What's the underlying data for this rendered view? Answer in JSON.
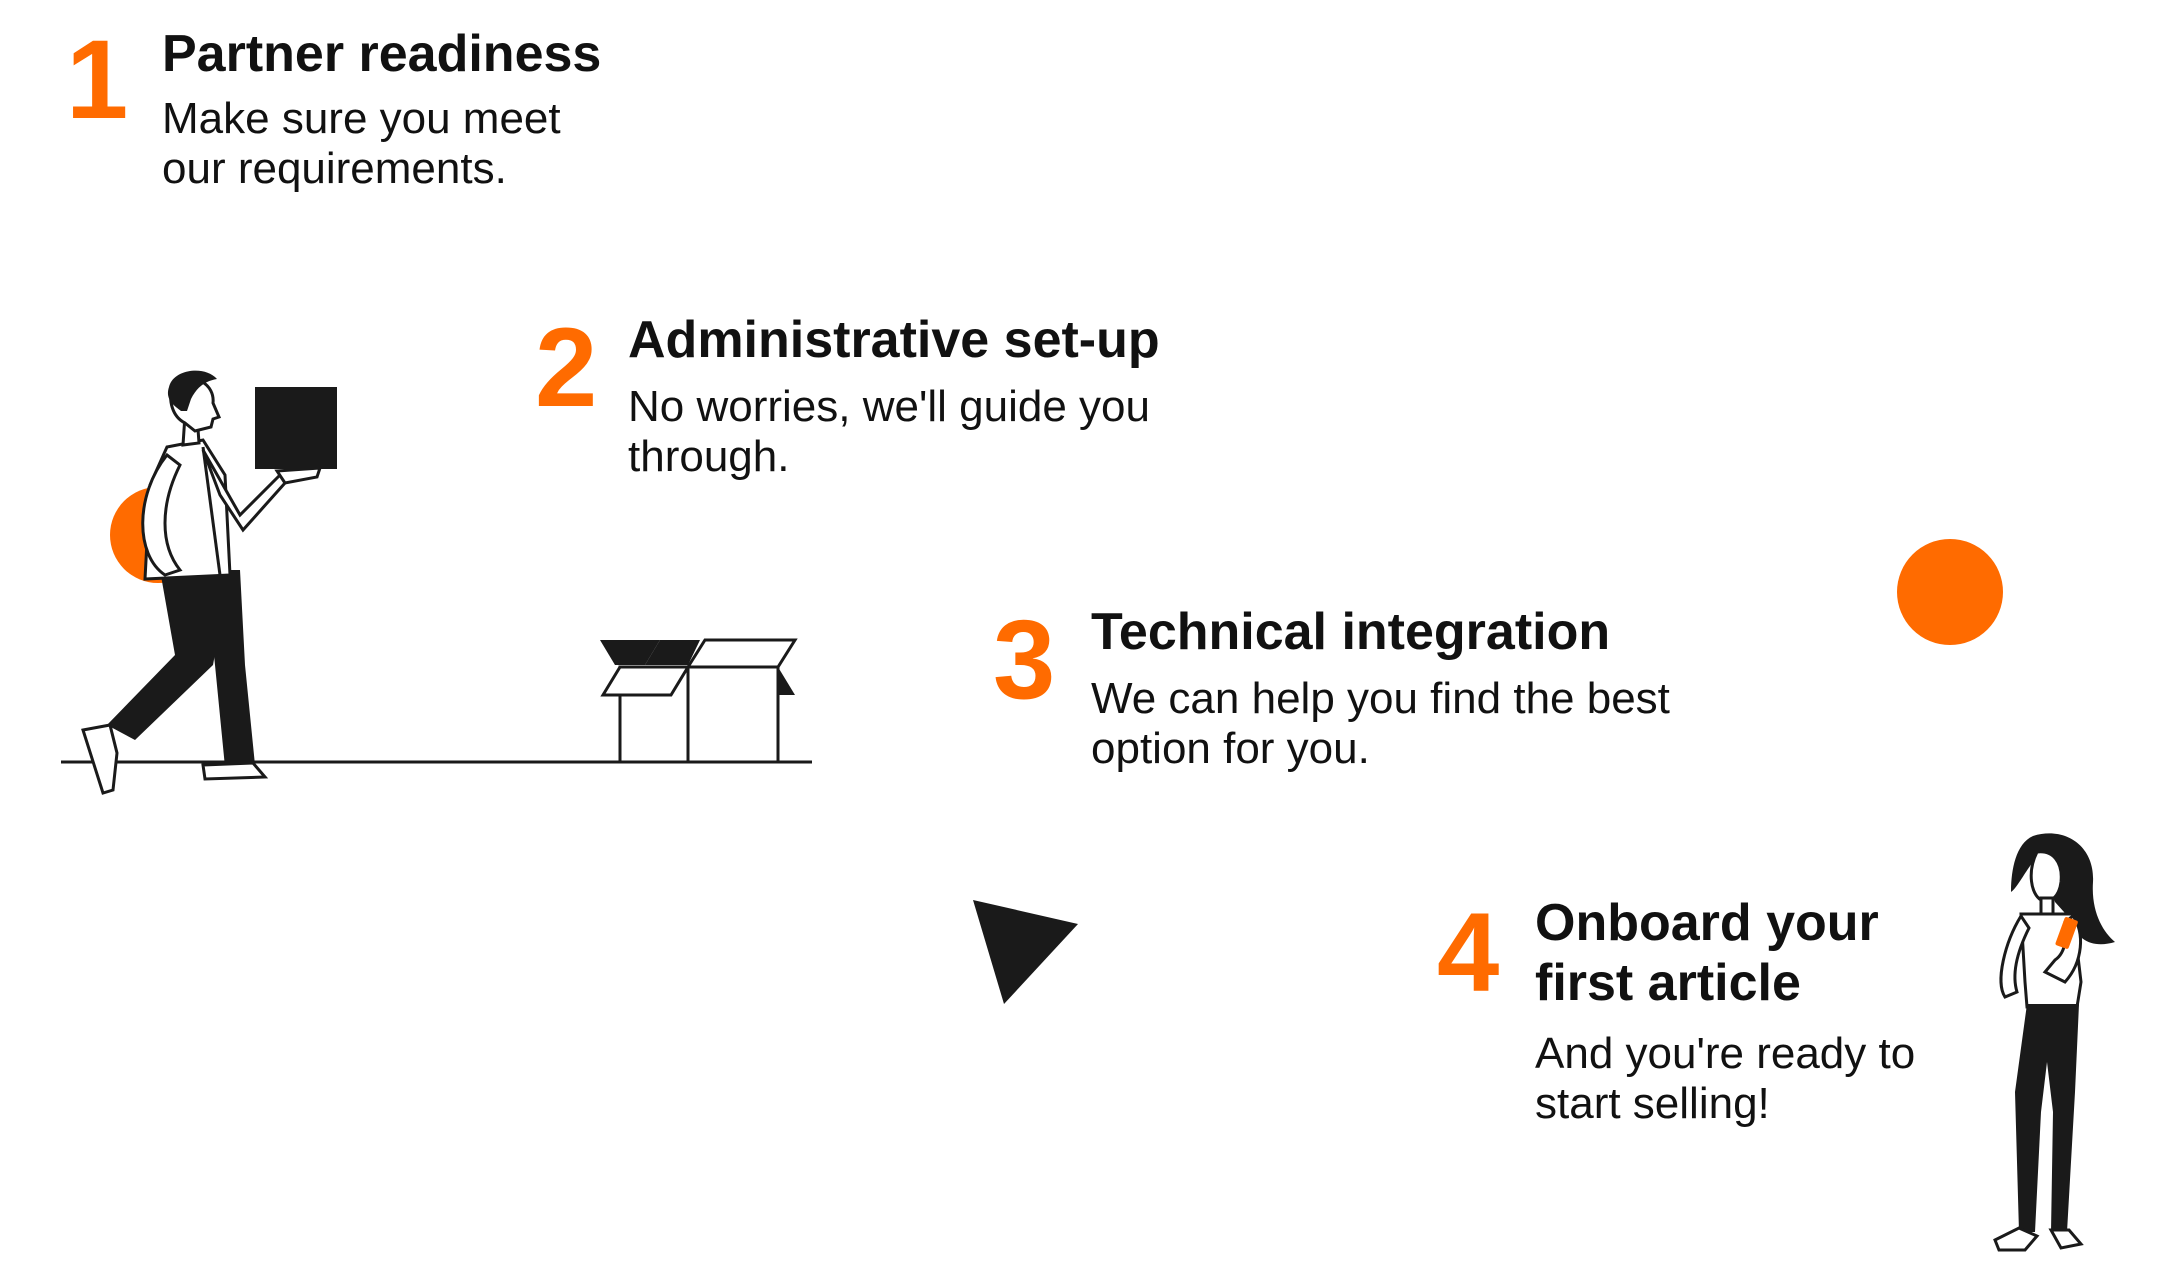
{
  "accent_color": "#ff6b00",
  "ink_color": "#1a1a1a",
  "steps": [
    {
      "number": "1",
      "title": "Partner readiness",
      "description": "Make sure you meet\nour requirements."
    },
    {
      "number": "2",
      "title": "Administrative set-up",
      "description": "No worries, we'll guide you\nthrough."
    },
    {
      "number": "3",
      "title": "Technical integration",
      "description": "We can help you find the best\noption for you."
    },
    {
      "number": "4",
      "title": "Onboard your\nfirst article",
      "description": "And you're ready to\nstart selling!"
    }
  ],
  "illustrations": {
    "man": "man-carrying-box-illustration",
    "boxes": "open-boxes-illustration",
    "woman": "woman-with-phone-illustration",
    "circle": "orange-circle-decoration",
    "triangle": "black-triangle-decoration"
  }
}
